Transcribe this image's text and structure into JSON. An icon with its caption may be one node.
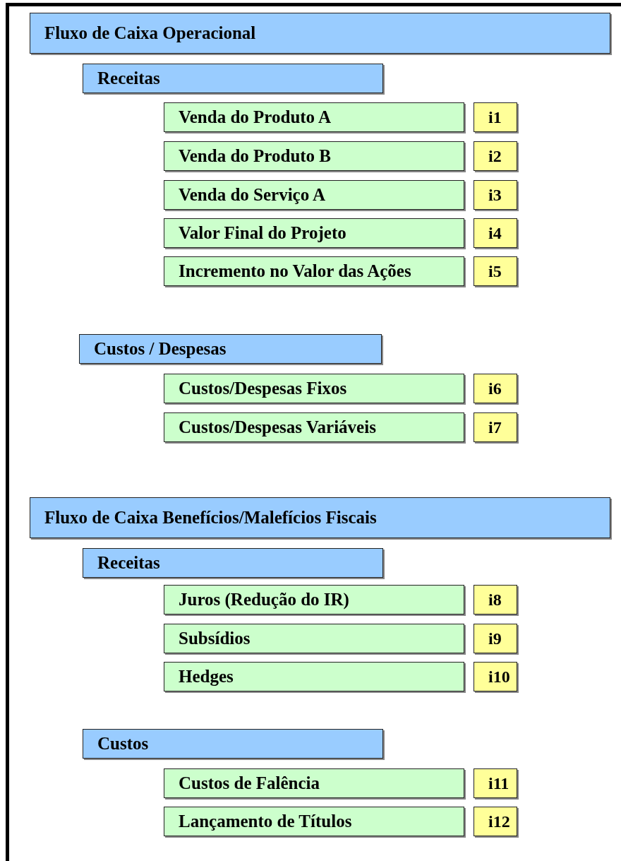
{
  "diagram": {
    "nodes": [
      {
        "text": [
          "Fluxo de Caixa Operacional"
        ]
      },
      {
        "text": [
          "Receitas"
        ]
      },
      {
        "text": [
          "Venda do Produto A"
        ]
      },
      {
        "text": [
          "i1"
        ]
      },
      {
        "text": [
          "Venda do Produto B"
        ]
      },
      {
        "text": [
          "i2"
        ]
      },
      {
        "text": [
          "Venda do Serviço A"
        ]
      },
      {
        "text": [
          "i3"
        ]
      },
      {
        "text": [
          "Valor Final do Projeto"
        ]
      },
      {
        "text": [
          "i4"
        ]
      },
      {
        "text": [
          "Incremento no Valor das Ações"
        ]
      },
      {
        "text": [
          "i5"
        ]
      },
      {
        "text": [
          "Custos / Despesas"
        ]
      },
      {
        "text": [
          "Custos/Despesas Fixos"
        ]
      },
      {
        "text": [
          "i6"
        ]
      },
      {
        "text": [
          "Custos/Despesas Variáveis"
        ]
      },
      {
        "text": [
          "i7"
        ]
      },
      {
        "text": [
          "Fluxo de Caixa Benefícios/Malefícios Fiscais"
        ]
      },
      {
        "text": [
          "Receitas"
        ]
      },
      {
        "text": [
          "Juros (Redução do IR)"
        ]
      },
      {
        "text": [
          "i8"
        ]
      },
      {
        "text": [
          "Subsídios"
        ]
      },
      {
        "text": [
          "i9"
        ]
      },
      {
        "text": [
          "Hedges"
        ]
      },
      {
        "text": [
          "i10"
        ]
      },
      {
        "text": [
          "Custos"
        ]
      },
      {
        "text": [
          "Custos de Falência"
        ]
      },
      {
        "text": [
          "i11"
        ]
      },
      {
        "text": [
          "Lançamento de Títulos"
        ]
      },
      {
        "text": [
          "i12"
        ]
      }
    ]
  }
}
